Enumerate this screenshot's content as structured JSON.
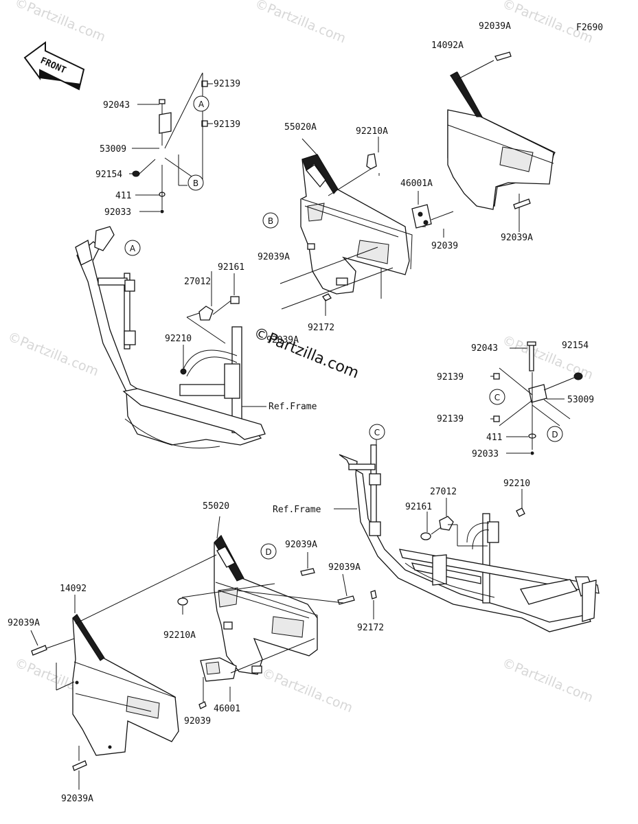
{
  "figure_code": "F2690",
  "front_label": "FRONT",
  "watermarks": {
    "small": "©Partzilla.com",
    "center": "©Partzilla.com"
  },
  "callouts": {
    "A": "A",
    "B": "B",
    "C": "C",
    "D": "D"
  },
  "labels": {
    "p_92039A_top": "92039A",
    "p_14092A": "14092A",
    "p_92139_a": "92139",
    "p_92043_a": "92043",
    "p_92139_b": "92139",
    "p_55020A": "55020A",
    "p_92210A_top": "92210A",
    "p_53009_a": "53009",
    "p_92154_a": "92154",
    "p_411_a": "411",
    "p_92033_a": "92033",
    "p_46001A": "46001A",
    "p_92039A_right": "92039A",
    "p_92039_top": "92039",
    "p_92039A_mid": "92039A",
    "p_92161_a": "92161",
    "p_27012_a": "27012",
    "p_92172_a": "92172",
    "p_92210_a": "92210",
    "p_92039A_under": "92039A",
    "ref_frame_a": "Ref.Frame",
    "p_92043_b": "92043",
    "p_92154_b": "92154",
    "p_92139_c": "92139",
    "p_53009_b": "53009",
    "p_92139_d": "92139",
    "p_411_b": "411",
    "p_92033_b": "92033",
    "p_55020": "55020",
    "p_92210_b": "92210",
    "p_27012_b": "27012",
    "ref_frame_b": "Ref.Frame",
    "p_92161_b": "92161",
    "p_92039A_lower1": "92039A",
    "p_92039A_lower2": "92039A",
    "p_14092": "14092",
    "p_92039A_left": "92039A",
    "p_92210A_low": "92210A",
    "p_92172_b": "92172",
    "p_46001": "46001",
    "p_92039_low": "92039",
    "p_92039A_bottom": "92039A"
  }
}
